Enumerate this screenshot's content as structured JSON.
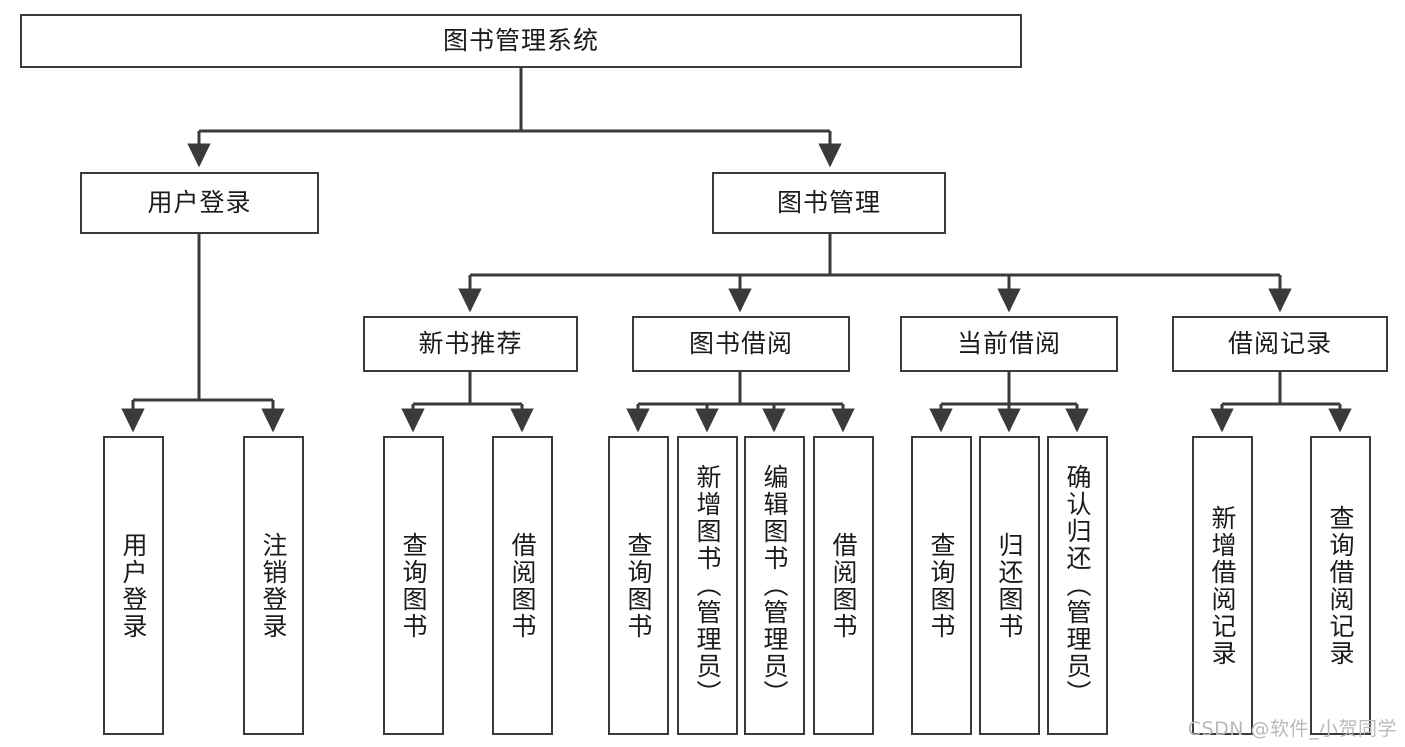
{
  "diagram": {
    "type": "tree",
    "title": "图书管理系统",
    "root": {
      "label": "图书管理系统"
    },
    "level1": [
      {
        "label": "用户登录"
      },
      {
        "label": "图书管理"
      }
    ],
    "level2": [
      {
        "label": "新书推荐"
      },
      {
        "label": "图书借阅"
      },
      {
        "label": "当前借阅"
      },
      {
        "label": "借阅记录"
      }
    ],
    "leaves": {
      "user_login": [
        {
          "label": "用户登录"
        },
        {
          "label": "注销登录"
        }
      ],
      "new_book_recommend": [
        {
          "label": "查询图书"
        },
        {
          "label": "借阅图书"
        }
      ],
      "book_borrow": [
        {
          "label": "查询图书"
        },
        {
          "label": "新增图书（管理员）"
        },
        {
          "label": "编辑图书（管理员）"
        },
        {
          "label": "借阅图书"
        }
      ],
      "current_borrow": [
        {
          "label": "查询图书"
        },
        {
          "label": "归还图书"
        },
        {
          "label": "确认归还（管理员）"
        }
      ],
      "borrow_record": [
        {
          "label": "新增借阅记录"
        },
        {
          "label": "查询借阅记录"
        }
      ]
    }
  },
  "watermark": {
    "text": "CSDN @软件_小贺同学"
  },
  "colors": {
    "stroke": "#3a3a3a",
    "text": "#1b1b1b",
    "background": "#ffffff",
    "watermark": "#b9b9b9"
  }
}
